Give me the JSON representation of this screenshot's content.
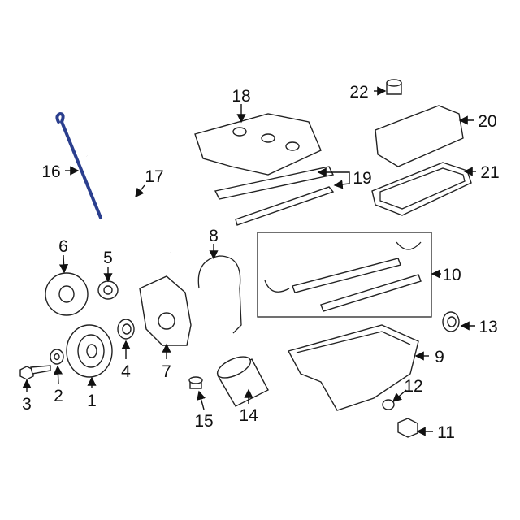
{
  "diagram": {
    "highlight_color": "#2b3f8e",
    "highlighted_part": "16",
    "callouts": {
      "p1": "1",
      "p2": "2",
      "p3": "3",
      "p4": "4",
      "p5": "5",
      "p6": "6",
      "p7": "7",
      "p8": "8",
      "p9": "9",
      "p10": "10",
      "p11": "11",
      "p12": "12",
      "p13": "13",
      "p14": "14",
      "p15": "15",
      "p16": "16",
      "p17": "17",
      "p18": "18",
      "p19": "19",
      "p20": "20",
      "p21": "21",
      "p22": "22"
    }
  }
}
